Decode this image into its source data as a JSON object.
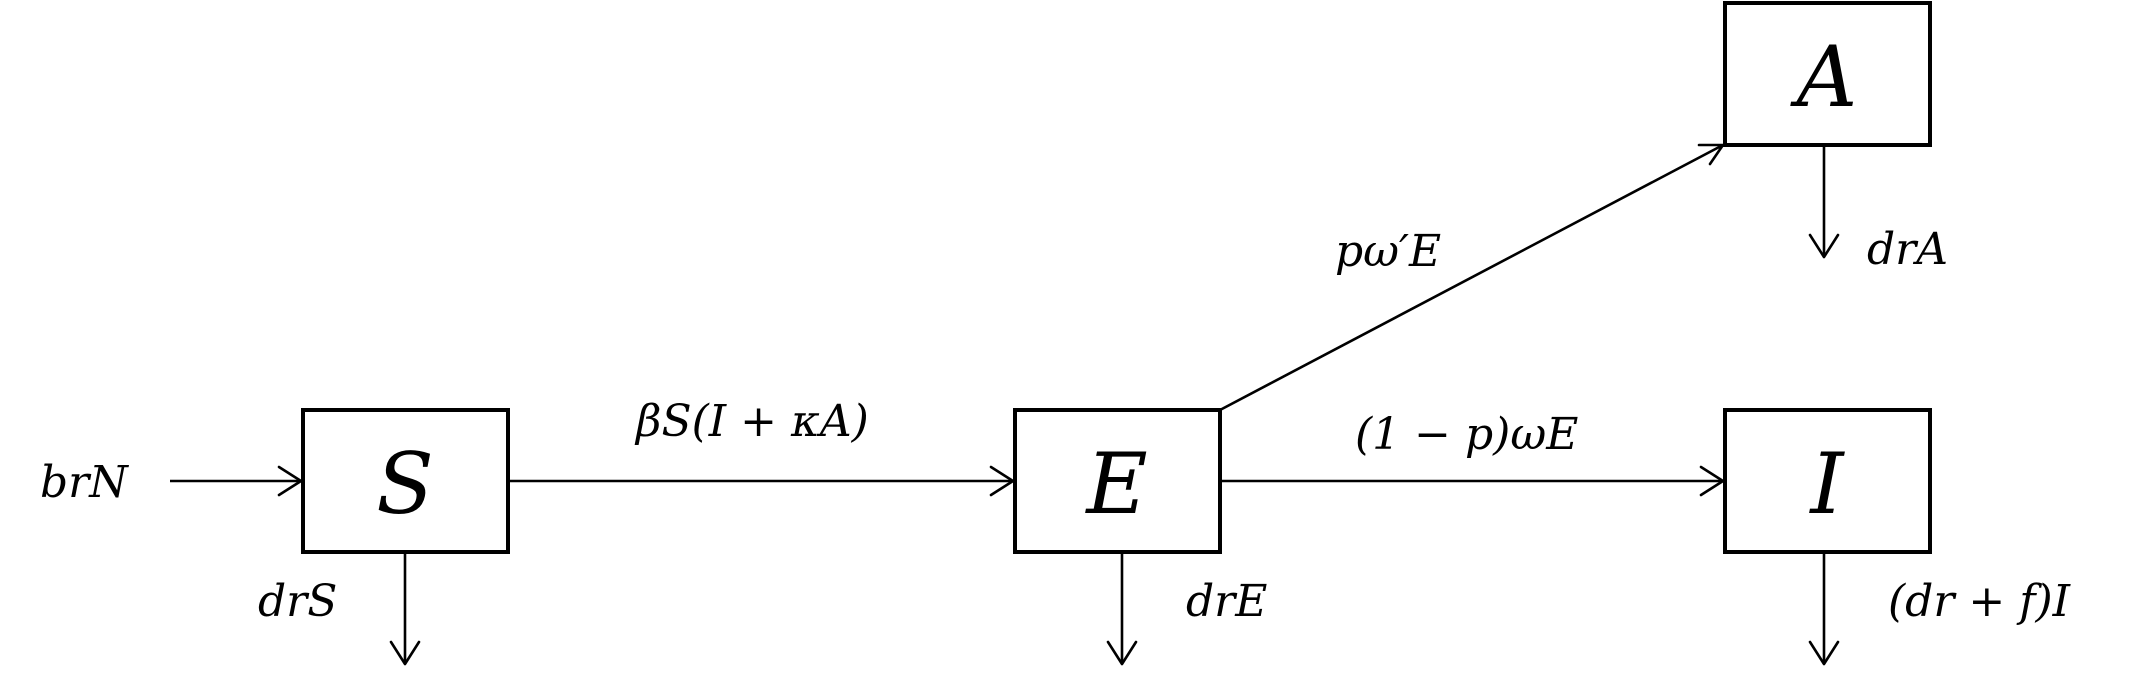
{
  "compartments": {
    "S": "S",
    "E": "E",
    "A": "A",
    "I": "I"
  },
  "rates": {
    "birth": "brN",
    "infection": "βS(I + κA)",
    "to_asymptomatic": "pω′E",
    "to_infected": "(1 − p)ωE",
    "death_S": "drS",
    "death_E": "drE",
    "death_A": "drA",
    "death_I": "(dr + f)I"
  }
}
